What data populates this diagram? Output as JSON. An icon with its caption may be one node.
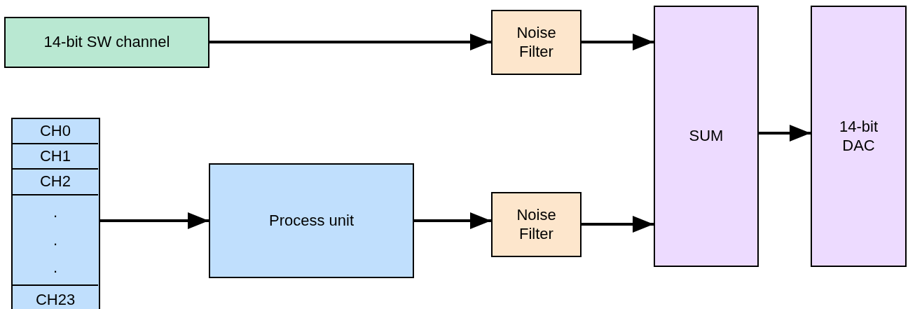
{
  "diagram": {
    "nodes": [
      {
        "text": [
          "14-bit SW channel"
        ]
      },
      {
        "text": [
          "Noise Filter"
        ]
      },
      {
        "text": [],
        "shape": "box"
      },
      {
        "text": [
          "CH0"
        ],
        "in": 2
      },
      {
        "text": [
          "CH1"
        ],
        "in": 2
      },
      {
        "text": [
          "CH2"
        ],
        "in": 2
      },
      {
        "text": [
          ". . ."
        ],
        "in": 2
      },
      {
        "text": [
          "CH23"
        ],
        "in": 2
      },
      {
        "text": [
          "Process unit"
        ]
      },
      {
        "text": [
          "Noise Filter"
        ]
      },
      {
        "text": [
          "SUM"
        ]
      },
      {
        "text": [
          "14-bit DAC"
        ]
      }
    ],
    "edges": [
      {
        "from": 0,
        "to": 1,
        "arrow": "to"
      },
      {
        "from": 1,
        "to": 10,
        "arrow": "to"
      },
      {
        "from": 2,
        "to": 8,
        "arrow": "to"
      },
      {
        "from": 8,
        "to": 9,
        "arrow": "to"
      },
      {
        "from": 9,
        "to": 10,
        "arrow": "to"
      },
      {
        "from": 10,
        "to": 11,
        "arrow": "to"
      }
    ]
  }
}
